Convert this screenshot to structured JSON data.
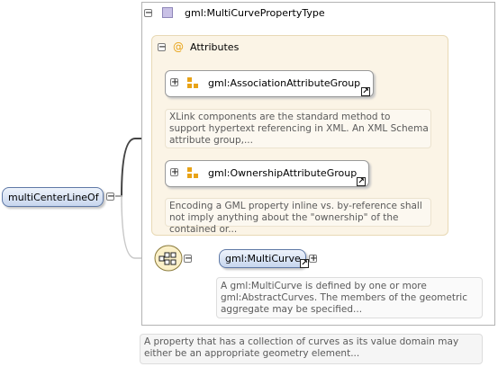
{
  "root_element": {
    "label": "multiCenterLineOf"
  },
  "type_box": {
    "title": "gml:MultiCurvePropertyType"
  },
  "attributes_box": {
    "title": "Attributes"
  },
  "groups": [
    {
      "label": "gml:AssociationAttributeGroup",
      "doc": "XLink components are the standard method to support hypertext referencing in XML. An XML Schema attribute group,..."
    },
    {
      "label": "gml:OwnershipAttributeGroup",
      "doc": "Encoding a GML property inline vs. by-reference shall not imply anything about the \"ownership\" of the contained or..."
    }
  ],
  "child_element": {
    "label": "gml:MultiCurve",
    "doc": "A gml:MultiCurve is defined by one or more gml:AbstractCurves. The members of the geometric aggregate may be specified..."
  },
  "root_doc": "A property that has a collection of curves as its value domain may either be an appropriate geometry element...",
  "icons": {
    "collapse": "−",
    "expand": "+",
    "link": "↗",
    "attribute": "@"
  },
  "colors": {
    "attr_bg": "#fbf4e6",
    "element_border": "#5f79a6",
    "group_icon": "#e8a317",
    "type_icon": "#c9c1e6"
  }
}
